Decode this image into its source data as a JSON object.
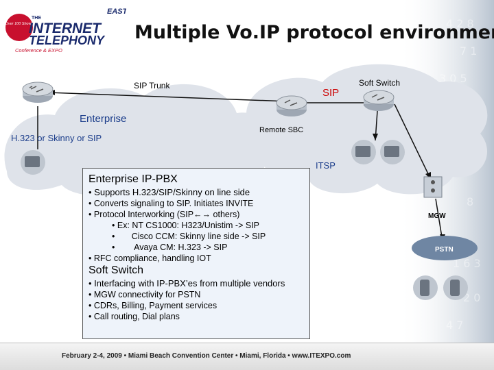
{
  "header": {
    "logo": {
      "top_right": "EAST",
      "badge": "Over 100 Shows",
      "the": "THE",
      "word1": "INTERNET",
      "word2": "TELEPHONY",
      "tagline": "Conference & EXPO"
    },
    "title": "Multiple Vo.IP protocol environment"
  },
  "diagram": {
    "labels": {
      "sip_trunk": "SIP Trunk",
      "soft_switch": "Soft Switch",
      "sip": "SIP",
      "enterprise": "Enterprise",
      "h323": "H.323 or Skinny or SIP",
      "remote_sbc": "Remote SBC",
      "itsp": "ITSP",
      "mgw": "MGW",
      "pstn": "PSTN"
    }
  },
  "info": {
    "pbx_heading": "Enterprise IP-PBX",
    "pbx_lead": "Supports H.323/SIP/Skinny on line side",
    "pbx_items": [
      "Converts signaling to SIP. Initiates INVITE",
      "Protocol Interworking (SIP←→ others)"
    ],
    "pbx_examples": [
      "Ex: NT CS1000: H323/Unistim -> SIP",
      "Cisco CCM: Skinny line side -> SIP",
      "Avaya CM: H.323 -> SIP"
    ],
    "pbx_last": "RFC compliance, handling IOT",
    "ss_heading": "Soft Switch",
    "ss_lead": "Interfacing with IP-PBX’es from multiple vendors",
    "ss_items": [
      "MGW connectivity for PSTN",
      "CDRs, Billing, Payment services",
      "Call routing, Dial plans"
    ]
  },
  "footer": {
    "text": "February 2-4, 2009 • Miami Beach Convention Center • Miami, Florida • www.ITEXPO.com"
  },
  "colors": {
    "accent_red": "#cc0000",
    "label_blue": "#1a3c8a",
    "cloud": "#dfe3ea",
    "box_bg": "#eef3fa"
  }
}
